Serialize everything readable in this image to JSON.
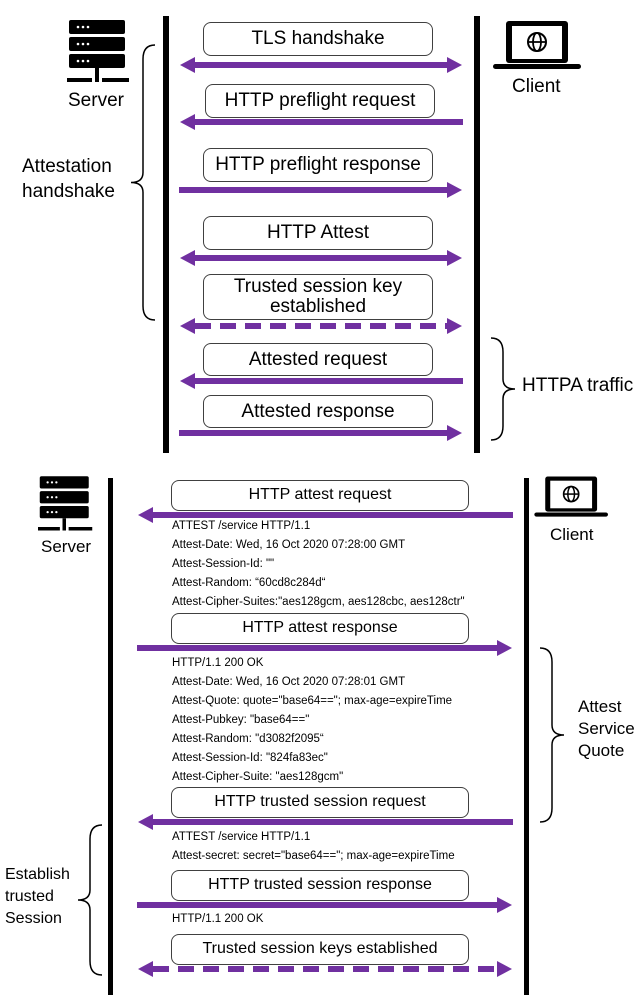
{
  "colors": {
    "arrow": "#7030A0",
    "lifeline": "#000000",
    "box_border": "#404040"
  },
  "top": {
    "server": {
      "icon": "server-icon",
      "label": "Server"
    },
    "client": {
      "icon": "laptop-globe-icon",
      "label": "Client"
    },
    "brace_left_label": [
      "Attestation",
      "handshake"
    ],
    "brace_right_label": "HTTPA traffic",
    "messages": [
      {
        "label": "TLS handshake",
        "direction": "both",
        "style": "solid"
      },
      {
        "label": "HTTP preflight request",
        "direction": "to-server",
        "style": "solid"
      },
      {
        "label": "HTTP preflight response",
        "direction": "to-client",
        "style": "solid"
      },
      {
        "label": "HTTP Attest",
        "direction": "both",
        "style": "solid"
      },
      {
        "label": "Trusted session key established",
        "direction": "both",
        "style": "dashed"
      },
      {
        "label": "Attested request",
        "direction": "to-server",
        "style": "solid"
      },
      {
        "label": "Attested response",
        "direction": "to-client",
        "style": "solid"
      }
    ]
  },
  "bottom": {
    "server": {
      "icon": "server-icon",
      "label": "Server"
    },
    "client": {
      "icon": "laptop-globe-icon",
      "label": "Client"
    },
    "brace_right_label": [
      "Attest",
      "Service",
      "Quote"
    ],
    "brace_left_label": [
      "Establish",
      "trusted",
      "Session"
    ],
    "messages": [
      {
        "label": "HTTP attest request",
        "direction": "to-server",
        "style": "solid",
        "headers": [
          "ATTEST /service HTTP/1.1",
          "Attest-Date: Wed, 16 Oct 2020 07:28:00 GMT",
          "Attest-Session-Id: \"\"",
          "Attest-Random: “60cd8c284d“",
          "Attest-Cipher-Suites:\"aes128gcm, aes128cbc, aes128ctr\""
        ]
      },
      {
        "label": "HTTP attest response",
        "direction": "to-client",
        "style": "solid",
        "headers": [
          "HTTP/1.1 200 OK",
          "Attest-Date: Wed, 16 Oct 2020 07:28:01 GMT",
          "Attest-Quote: quote=\"base64==\"; max-age=expireTime",
          "Attest-Pubkey: \"base64==\"",
          "Attest-Random: \"d3082f2095“",
          "Attest-Session-Id: \"824fa83ec\"",
          "Attest-Cipher-Suite: \"aes128gcm\""
        ]
      },
      {
        "label": "HTTP trusted session request",
        "direction": "to-server",
        "style": "solid",
        "headers": [
          "ATTEST /service HTTP/1.1",
          "Attest-secret: secret=\"base64==\"; max-age=expireTime"
        ]
      },
      {
        "label": "HTTP trusted session response",
        "direction": "to-client",
        "style": "solid",
        "headers": [
          "HTTP/1.1 200 OK"
        ]
      },
      {
        "label": "Trusted session keys established",
        "direction": "both",
        "style": "dashed",
        "headers": []
      }
    ]
  }
}
